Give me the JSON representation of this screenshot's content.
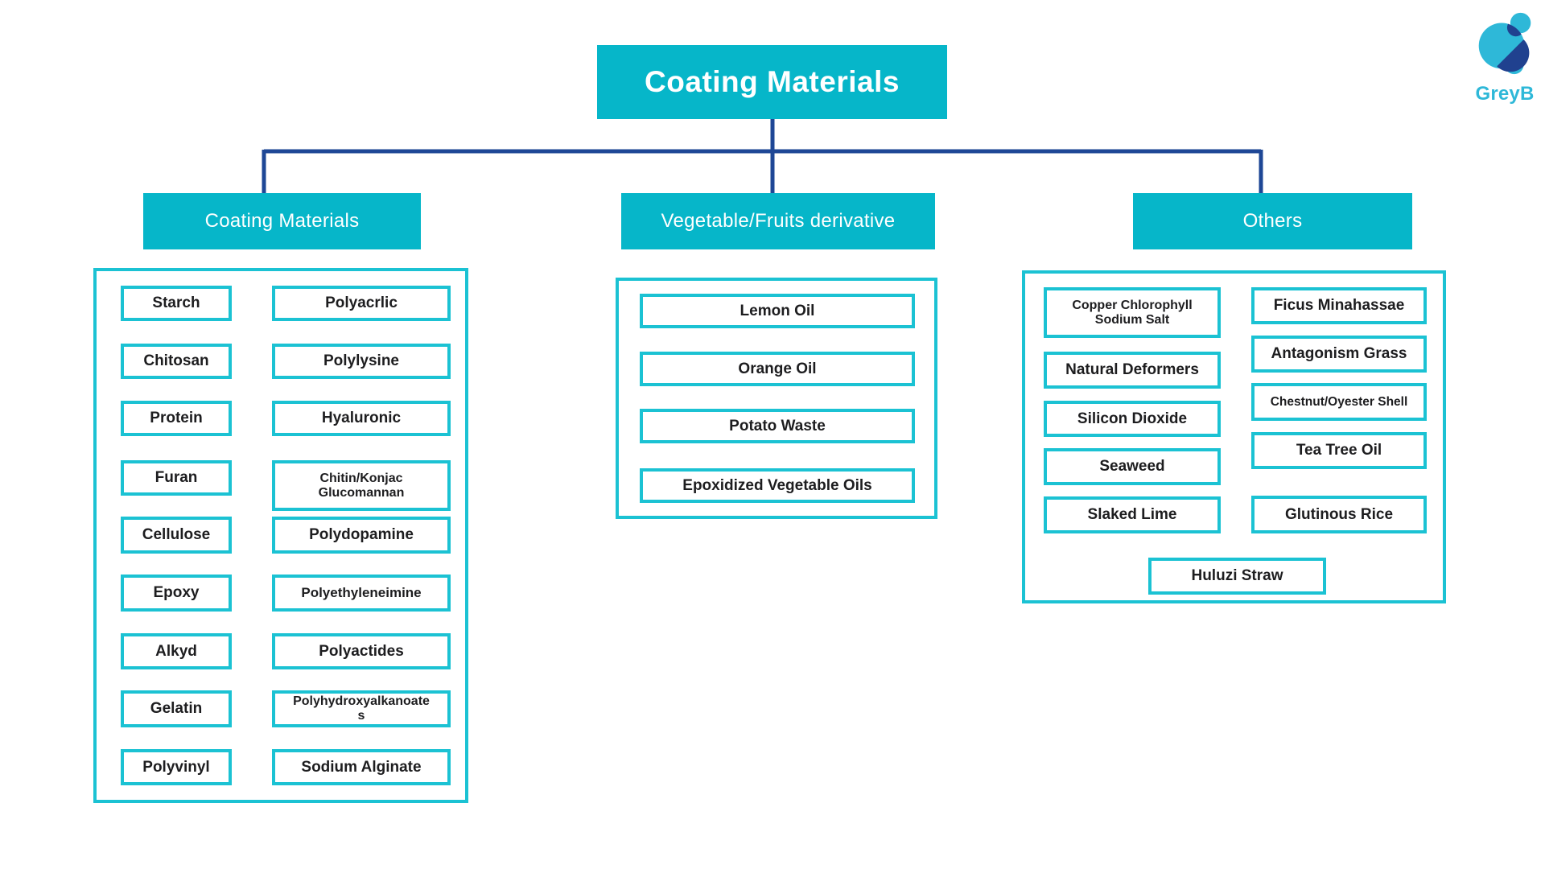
{
  "title": "Coating Materials",
  "logo": {
    "text": "GreyB"
  },
  "colors": {
    "header_fill_cyan": "#06b6c9",
    "box_border_cyan": "#1bc2d3",
    "connector_navy": "#1e4796",
    "text_dark": "#1d1d1f",
    "logo_cyan": "#2eb8d8",
    "logo_navy": "#20418f"
  },
  "branches": [
    {
      "header": "Coating Materials",
      "col1": [
        "Starch",
        "Chitosan",
        "Protein",
        "Furan",
        "Cellulose",
        "Epoxy",
        "Alkyd",
        "Gelatin",
        "Polyvinyl"
      ],
      "col2": [
        "Polyacrlic",
        "Polylysine",
        "Hyaluronic",
        "Chitin/Konjac Glucomannan",
        "Polydopamine",
        "Polyethyleneimine",
        "Polyactides",
        "Polyhydroxyalkanoates",
        "Sodium Alginate"
      ]
    },
    {
      "header": "Vegetable/Fruits derivative",
      "items": [
        "Lemon Oil",
        "Orange Oil",
        "Potato Waste",
        "Epoxidized Vegetable Oils"
      ]
    },
    {
      "header": "Others",
      "col1": [
        "Copper Chlorophyll Sodium Salt",
        "Natural Deformers",
        "Silicon Dioxide",
        "Seaweed",
        "Slaked Lime"
      ],
      "col2": [
        "Ficus Minahassae",
        "Antagonism Grass",
        "Chestnut/Oyester Shell",
        "Tea Tree Oil",
        "Glutinous Rice"
      ],
      "bottom_item": "Huluzi Straw"
    }
  ]
}
